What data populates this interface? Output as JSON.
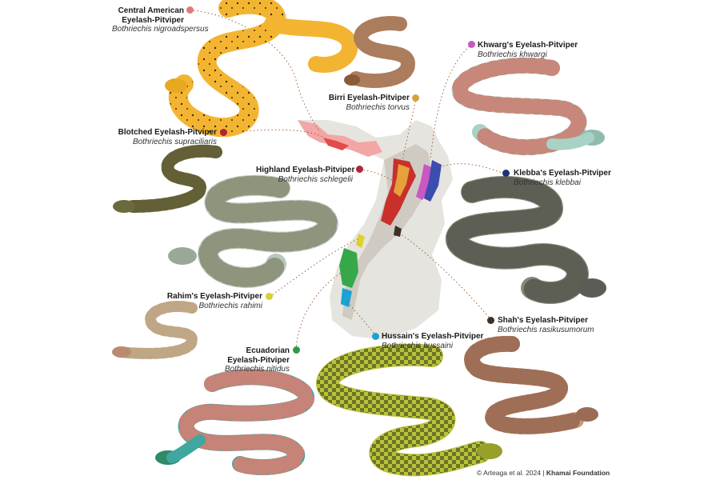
{
  "species": [
    {
      "id": "nigroadspersus",
      "common": "Central American Eyelash-Pitviper",
      "common_lines": [
        "Central American",
        "Eyelash-Pitviper"
      ],
      "scientific": "Bothriechis nigroadspersus",
      "marker_color": "#e07a7a",
      "body_color": "#f3b531",
      "pattern_color": "#3a2a10"
    },
    {
      "id": "torvus",
      "common": "Birri Eyelash-Pitviper",
      "scientific": "Bothriechis torvus",
      "marker_color": "#d6a23c",
      "body_color": "#c99a78",
      "pattern_color": "#8a5a3a"
    },
    {
      "id": "khwargi",
      "common": "Khwarg's Eyelash-Pitviper",
      "scientific": "Bothriechis khwargi",
      "marker_color": "#c957c4",
      "body_color": "#a9d2c6",
      "pattern_color": "#d4665a"
    },
    {
      "id": "supraciliaris",
      "common": "Blotched Eyelash-Pitviper",
      "scientific": "Bothriechis supraciliaris",
      "marker_color": "#b0253a",
      "body_color": "#8f8f52",
      "pattern_color": "#3f3a20"
    },
    {
      "id": "schlegelii",
      "common": "Highland Eyelash-Pitviper",
      "scientific": "Bothriechis schlegelii",
      "marker_color": "#b0253a",
      "body_color": "#b9c8be",
      "pattern_color": "#6e6a45"
    },
    {
      "id": "klebbai",
      "common": "Klebba's Eyelash-Pitviper",
      "scientific": "Bothriechis klebbai",
      "marker_color": "#1d3575",
      "body_color": "#878a7a",
      "pattern_color": "#3c3d35"
    },
    {
      "id": "rahimi",
      "common": "Rahim's Eyelash-Pitviper",
      "scientific": "Bothriechis rahimi",
      "marker_color": "#d8cf2b",
      "body_color": "#dcc9a6",
      "pattern_color": "#a8896a"
    },
    {
      "id": "rasikusumorum",
      "common": "Shah's Eyelash-Pitviper",
      "scientific": "Bothriechis rasikusumorum",
      "marker_color": "#3d3025",
      "body_color": "#c99878",
      "pattern_color": "#7a4e3a"
    },
    {
      "id": "nitidus",
      "common": "Ecuadorian Eyelash-Pitviper",
      "common_lines": [
        "Ecuadorian",
        "Eyelash-Pitviper"
      ],
      "scientific": "Bothriechis nitidus",
      "marker_color": "#2f9a48",
      "body_color": "#3fa6a0",
      "pattern_color": "#e87b6e"
    },
    {
      "id": "hussaini",
      "common": "Hussain's Eyelash-Pitviper",
      "scientific": "Bothriechis hussaini",
      "marker_color": "#1aa3d4",
      "body_color": "#b8c23a",
      "pattern_color": "#2f3515"
    }
  ],
  "credit": {
    "text": "© Arteaga et al. 2024 | ",
    "org": "Khamai Foundation"
  },
  "colors": {
    "map_land": "#e6e4df",
    "map_relief": "#cfcbc2",
    "connector": "#a0603a"
  }
}
